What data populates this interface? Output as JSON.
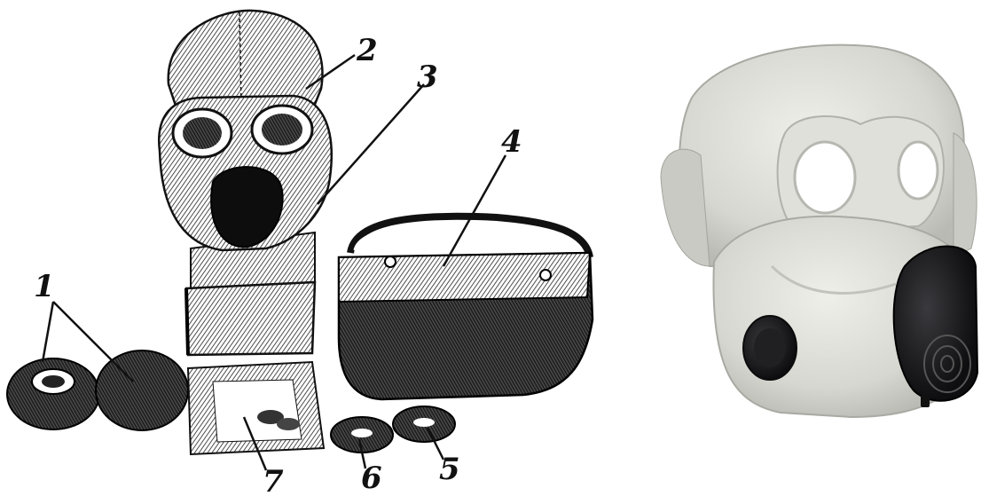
{
  "callouts": [
    {
      "id": "callout-1",
      "text": "1"
    },
    {
      "id": "callout-2",
      "text": "2"
    },
    {
      "id": "callout-3",
      "text": "3"
    },
    {
      "id": "callout-4",
      "text": "4"
    },
    {
      "id": "callout-5",
      "text": "5"
    },
    {
      "id": "callout-6",
      "text": "6"
    },
    {
      "id": "callout-7",
      "text": "7"
    }
  ],
  "colors": {
    "ink": "#111111",
    "mask_gray": "#dcddd6",
    "filter_black": "#1c1c1e",
    "background": "#ffffff"
  },
  "illustrations": {
    "left": "gas-mask-kit-line-drawing",
    "right": "gray-rubber-gas-mask-photo"
  }
}
